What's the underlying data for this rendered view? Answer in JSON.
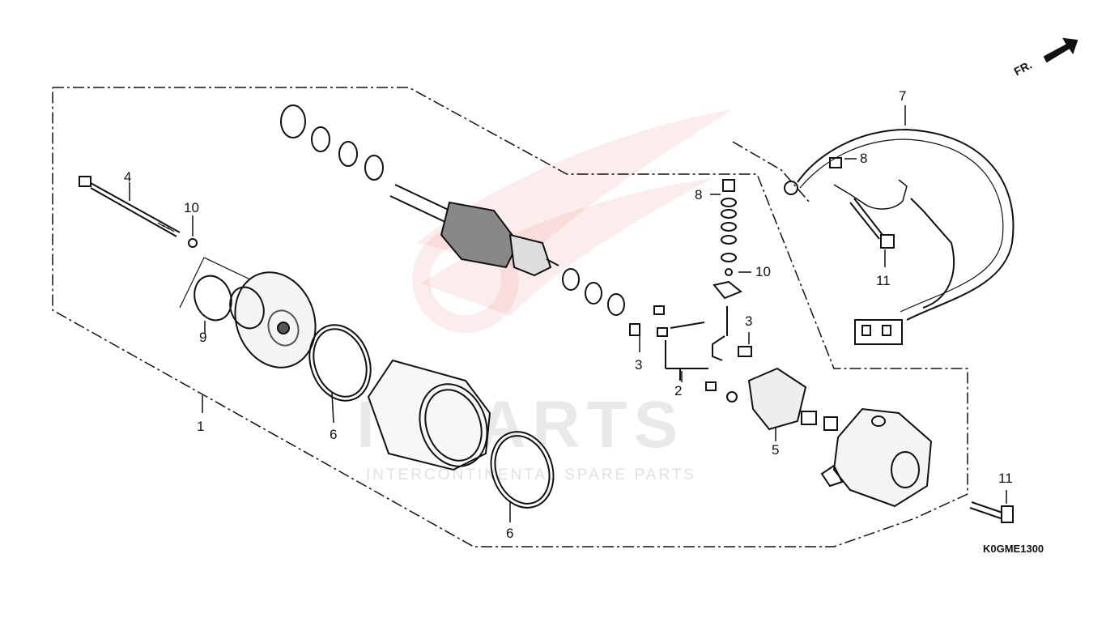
{
  "diagram": {
    "code": "K0GME1300",
    "front_marker": "FR.",
    "part_labels": [
      "1",
      "2",
      "3",
      "3",
      "4",
      "5",
      "6",
      "6",
      "7",
      "8",
      "8",
      "9",
      "10",
      "10",
      "11",
      "11"
    ]
  },
  "watermark": {
    "main": "ISPARTS",
    "sub": "INTERCONTINENTAL SPARE PARTS",
    "accent_color": "#e23b3b"
  }
}
